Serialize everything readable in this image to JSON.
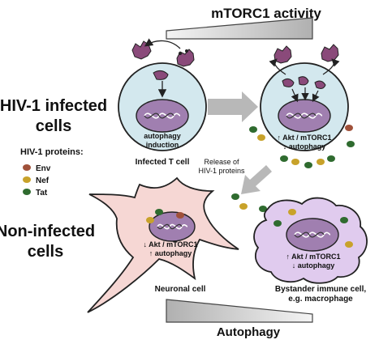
{
  "top_gradient_label": "mTORC1 activity",
  "bottom_gradient_label": "Autophagy",
  "hiv_infected_label": [
    "HIV-1 infected",
    "cells"
  ],
  "non_infected_label": [
    "Non-infected",
    "cells"
  ],
  "legend": {
    "title": "HIV-1 proteins:",
    "items": [
      {
        "label": "Env",
        "color": "#a0513a"
      },
      {
        "label": "Nef",
        "color": "#c8a22a"
      },
      {
        "label": "Tat",
        "color": "#2f6b2f"
      }
    ]
  },
  "infected_cell": {
    "nucleus_text": [
      "autophagy",
      "induction"
    ],
    "caption": "Infected T cell"
  },
  "infected_cell_later": {
    "nucleus_text": [
      "↑ Akt / mTORC1",
      "↓ autophagy"
    ]
  },
  "release_text": [
    "Release of",
    "HIV-1 proteins"
  ],
  "neuron": {
    "nucleus_text": [
      "↓ Akt / mTORC1",
      "↑ autophagy"
    ],
    "caption": "Neuronal cell"
  },
  "macrophage": {
    "nucleus_text": [
      "↑ Akt / mTORC1",
      "↓ autophagy"
    ],
    "caption": [
      "Bystander immune cell,",
      "e.g. macrophage"
    ]
  },
  "colors": {
    "cell_fill": "#d3e8ee",
    "neuron_fill": "#f6d7d4",
    "macrophage_fill": "#e0cbee",
    "nucleus_fill": "#a07fb0",
    "virus": "#8a4a7a",
    "arrow_gray": "#b8b8b8"
  }
}
